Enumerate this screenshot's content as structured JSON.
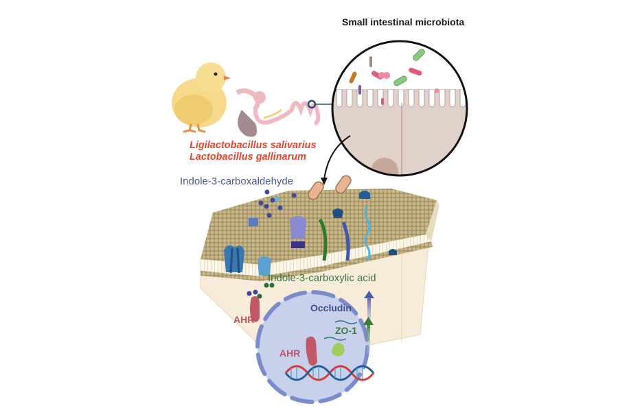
{
  "figure": {
    "title": "Small intestinal microbiota",
    "species": [
      "Ligilactobacillus salivarius",
      "Lactobacillus gallinarum"
    ],
    "metabolites": {
      "extracellular": "Indole-3-carboxaldehyde",
      "intracellular": "Indole-3-carboxylic acid"
    },
    "receptor_labels": {
      "cytoplasm": "AHR",
      "nucleus": "AHR"
    },
    "tight_junction_proteins": [
      {
        "name": "Occludin",
        "regulation": "up",
        "color": "#3d4a8c"
      },
      {
        "name": "ZO-1",
        "regulation": "up",
        "color": "#3b7a3b"
      }
    ],
    "icons": [
      "chick-icon",
      "intestine-icon",
      "magnifier-circle-icon",
      "bacteria-icon",
      "villi-icon",
      "membrane-bilayer-icon",
      "nucleus-icon",
      "dna-icon",
      "ahr-protein-icon",
      "up-arrow-icon"
    ],
    "colors": {
      "species_text": "#e8452f",
      "extracellular_metabolite": "#4a5a9a",
      "intracellular_metabolite": "#3b7a3b",
      "ahr": "#b85560",
      "membrane": "#b8a878",
      "cell": "#f6ecd9",
      "nucleus": "#c9d0ec"
    }
  }
}
